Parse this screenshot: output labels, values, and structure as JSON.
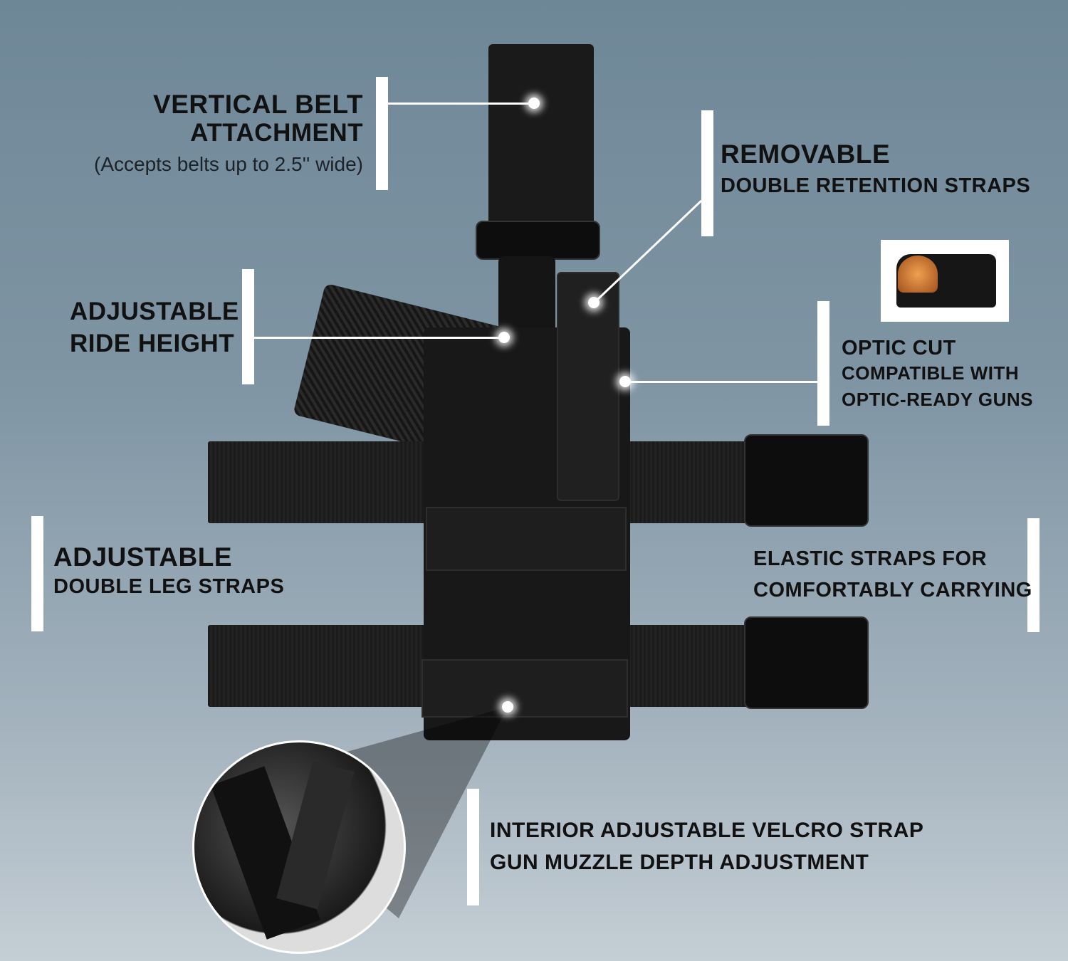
{
  "callouts": {
    "belt": {
      "title1": "VERTICAL BELT",
      "title2": "ATTACHMENT",
      "note": "(Accepts belts up to 2.5'' wide)"
    },
    "retention": {
      "title": "REMOVABLE",
      "subtitle": "DOUBLE RETENTION STRAPS"
    },
    "optic": {
      "title": "OPTIC CUT",
      "line2": "COMPATIBLE WITH",
      "line3": "OPTIC-READY GUNS"
    },
    "ride": {
      "line1": "ADJUSTABLE",
      "line2": "RIDE HEIGHT"
    },
    "leg": {
      "title": "ADJUSTABLE",
      "subtitle": "DOUBLE LEG STRAPS"
    },
    "elastic": {
      "line1": "ELASTIC STRAPS FOR",
      "line2": "COMFORTABLY CARRYING"
    },
    "interior": {
      "line1": "INTERIOR ADJUSTABLE VELCRO STRAP",
      "line2": "GUN MUZZLE DEPTH ADJUSTMENT"
    }
  },
  "colors": {
    "text": "#111111",
    "accent": "#ffffff"
  }
}
